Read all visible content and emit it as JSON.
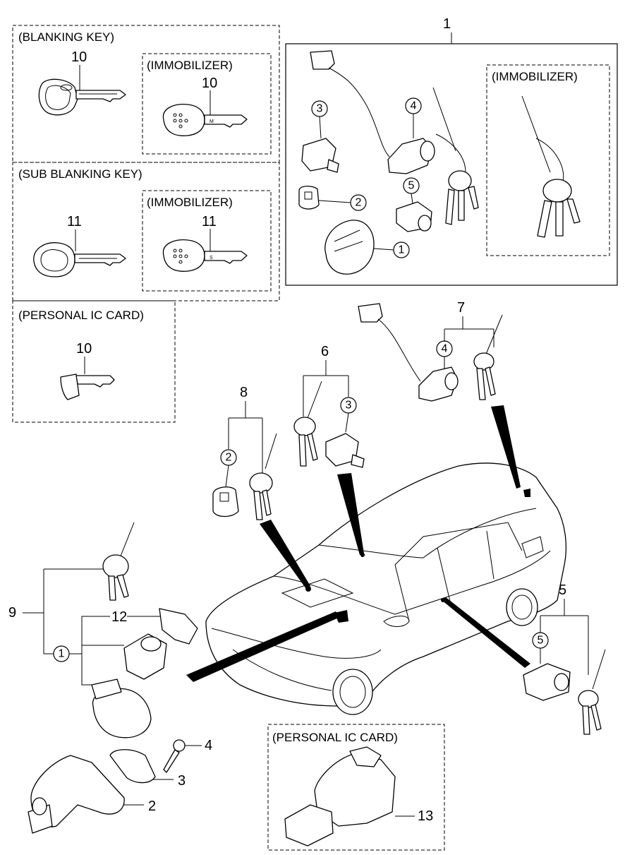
{
  "diagram": {
    "section_labels": {
      "blanking_key": "(BLANKING KEY)",
      "immobilizer_1": "(IMMOBILIZER)",
      "sub_blanking_key": "(SUB BLANKING KEY)",
      "immobilizer_2": "(IMMOBILIZER)",
      "personal_ic_card_1": "(PERSONAL IC CARD)",
      "immobilizer_3": "(IMMOBILIZER)",
      "personal_ic_card_2": "(PERSONAL IC CARD)"
    },
    "callouts": {
      "c10_blank": "10",
      "c10_immo": "10",
      "c11_sub": "11",
      "c11_immo": "11",
      "c10_ic": "10",
      "c1_top": "1",
      "c3_top": "3",
      "c4_top": "4",
      "c5_top": "5",
      "c2_top": "2",
      "c1_kit": "1",
      "c7": "7",
      "c4_mid": "4",
      "c6": "6",
      "c3_mid": "3",
      "c8": "8",
      "c2_mid": "2",
      "c9": "9",
      "c12": "12",
      "c1_left": "1",
      "c4_bot": "4",
      "c3_bot": "3",
      "c2_bot": "2",
      "c5_right": "5",
      "c5_right_circ": "5",
      "c13": "13"
    },
    "key_marks": {
      "immo_key_10": "M",
      "immo_key_11": "S"
    }
  }
}
